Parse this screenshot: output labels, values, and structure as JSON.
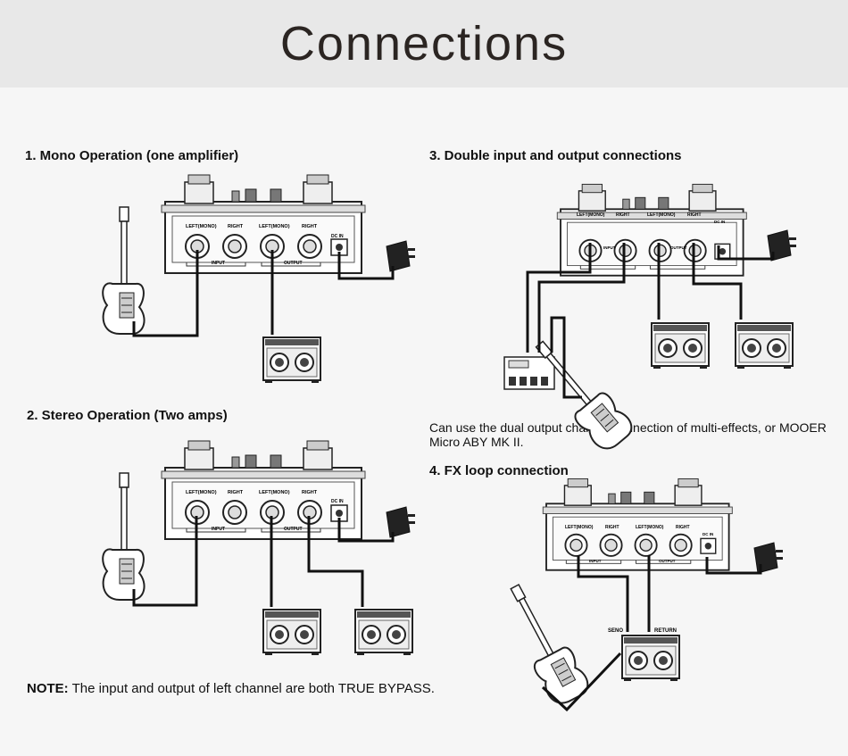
{
  "title": "Connections",
  "sections": {
    "mono": {
      "title": "1. Mono Operation (one amplifier)"
    },
    "stereo": {
      "title": "2. Stereo Operation (Two amps)"
    },
    "double": {
      "title": "3. Double input and output connections",
      "caption": "Can use the dual output channel connection of multi-effects, or MOOER Micro ABY MK II."
    },
    "fxloop": {
      "title": "4. FX loop connection",
      "send_label": "SENO",
      "return_label": "RETURN"
    }
  },
  "pedal_labels": {
    "left_mono": "LEFT(MONO)",
    "right": "RIGHT",
    "input": "INPUT",
    "output": "OUTPUT",
    "dc_in": "DC IN"
  },
  "note": {
    "label": "NOTE:",
    "text": " The input and output of left channel are both TRUE BYPASS."
  }
}
